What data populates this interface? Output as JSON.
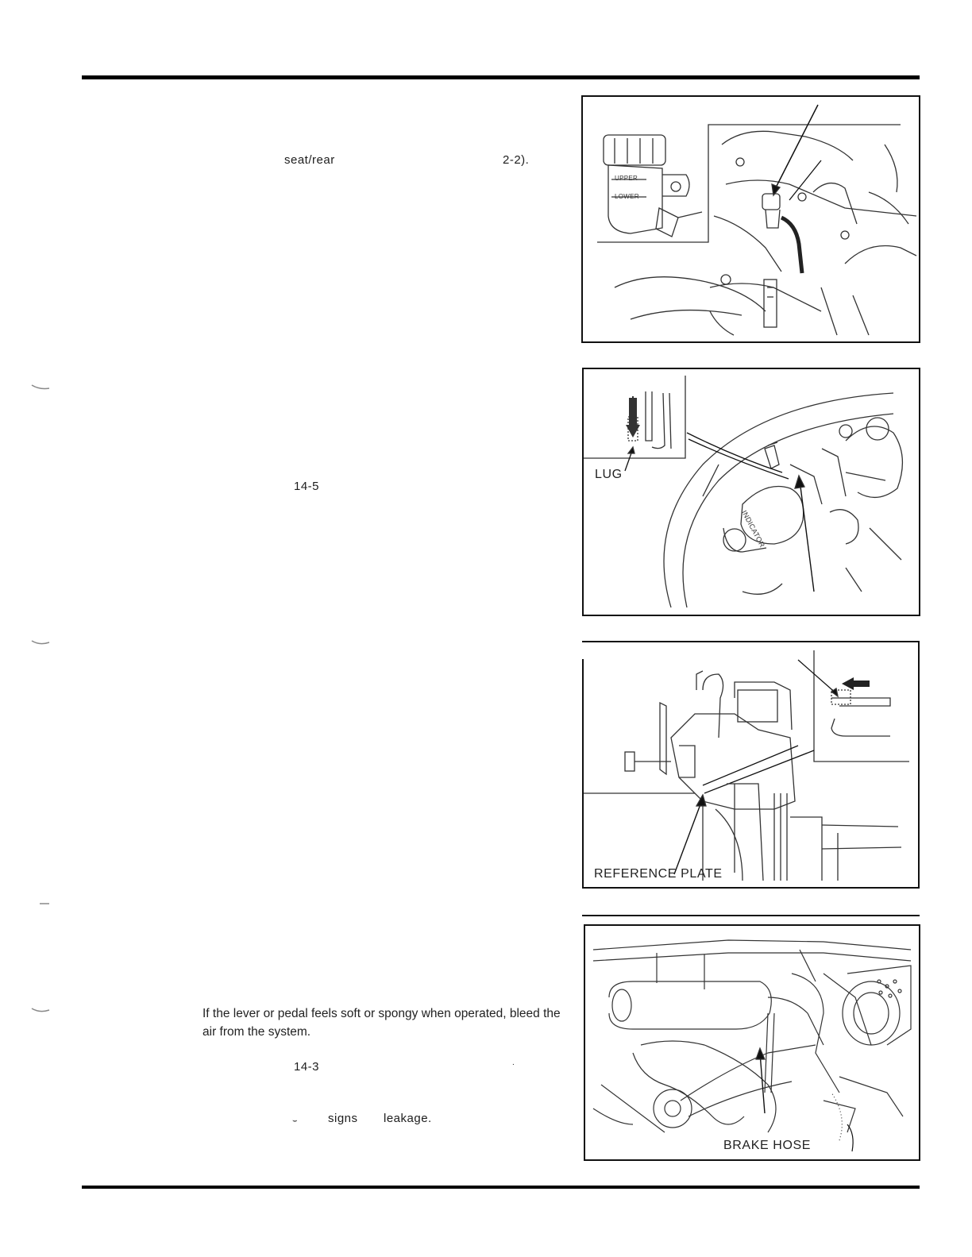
{
  "text_fragments": {
    "seat_rear": "seat/rear",
    "ref_2_2": "2-2).",
    "ref_14_5": "14-5",
    "ref_14_3": "14-3",
    "stray_dot": ".",
    "signs": "signs",
    "leakage": "leakage."
  },
  "paragraph": "If the lever or pedal feels soft or spongy when operated, bleed the air from the system.",
  "figures": {
    "reservoir": {
      "upper_label": "UPPER",
      "lower_label": "LOWER"
    },
    "indicator": {
      "lug_label": "LUG",
      "indicator_text": "INDICATOR"
    },
    "caliper": {
      "reference_label": "REFERENCE PLATE"
    },
    "hose": {
      "hose_label": "BRAKE HOSE"
    }
  }
}
